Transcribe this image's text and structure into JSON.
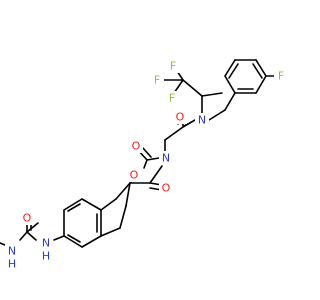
{
  "atoms": {
    "F1": "F",
    "F2": "F",
    "F3": "F",
    "F_aryl": "F",
    "N_amide": "N",
    "O_amide": "O",
    "O_ring": "O",
    "O_carbonyl_top": "O",
    "N_ring": "N",
    "O_carbonyl_right": "O",
    "O_urea": "O",
    "NH_urea_left": "H",
    "N_urea_left": "N",
    "NH_urea_right": "H",
    "N_urea_right": "N"
  },
  "colors": {
    "bond": "#000000",
    "fluorine": "#8fbf3f",
    "nitrogen": "#2c39d6",
    "oxygen": "#e8241b",
    "stereo": "#000000"
  }
}
